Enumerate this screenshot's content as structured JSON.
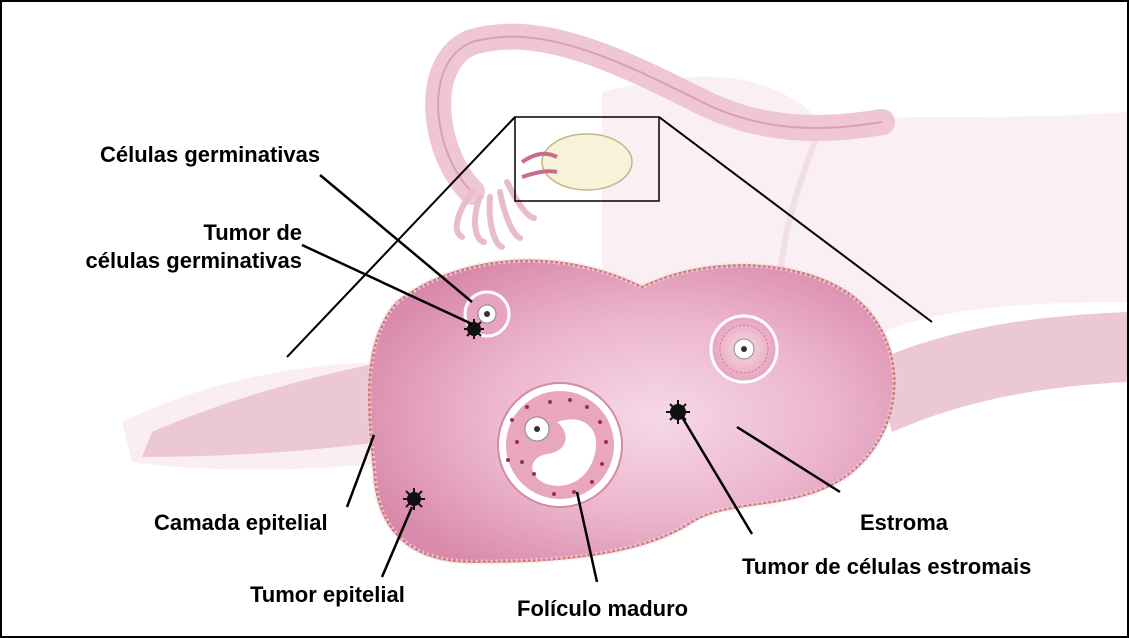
{
  "diagram": {
    "labels": {
      "germ_cells": "Células germinativas",
      "germ_cell_tumor_line1": "Tumor de",
      "germ_cell_tumor_line2": "células germinativas",
      "epithelial_layer": "Camada epitelial",
      "epithelial_tumor": "Tumor epitelial",
      "mature_follicle": "Folículo maduro",
      "stroma": "Estroma",
      "stromal_cell_tumor": "Tumor de células estromais"
    },
    "colors": {
      "ovary_fill": "#e9a6c4",
      "ovary_light": "#f4d2e1",
      "ovary_edge": "#c9778f",
      "tube_fill": "#efc6d3",
      "tumor": "#111111",
      "leader_line": "#000000",
      "border": "#000000"
    }
  }
}
